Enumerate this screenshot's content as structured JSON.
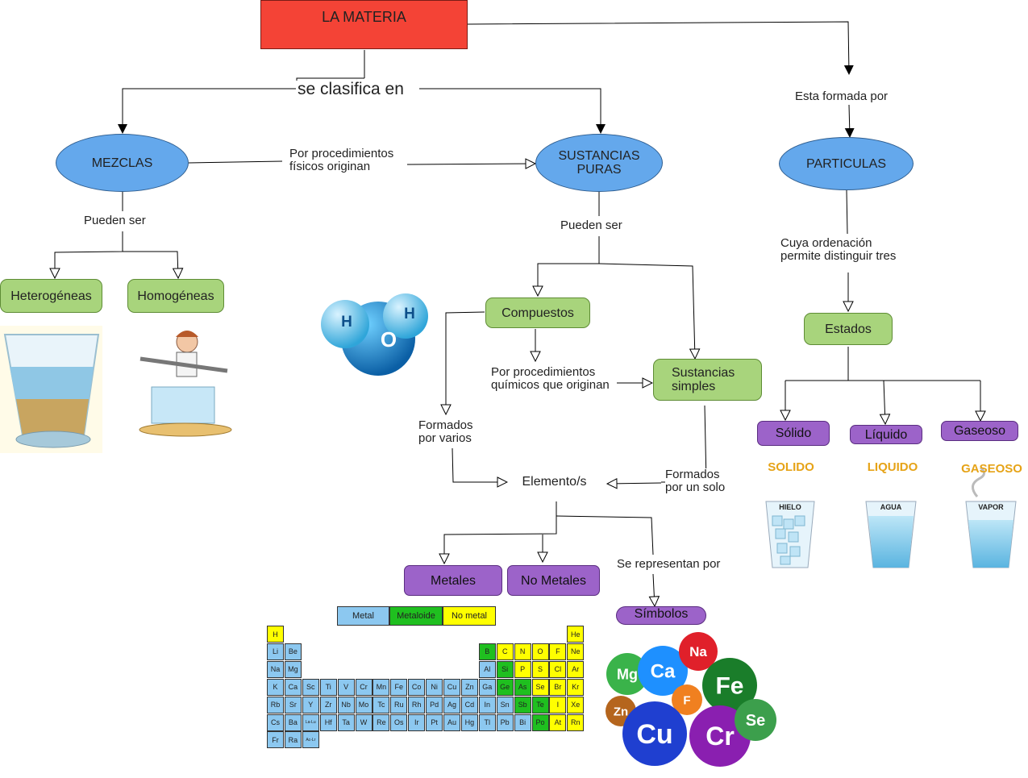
{
  "title": "LA MATERIA",
  "colors": {
    "title_bg": "#f44336",
    "ellipse": "#64a8ec",
    "green": "#a8d47c",
    "purple": "#9c63c9",
    "metal": "#8cc8f0",
    "metalloid": "#1fbf1f",
    "nonmetal": "#ffff00"
  },
  "labels": {
    "clasifica": "se clasifica en",
    "formada": "Esta formada por",
    "proc_fisicos": "Por procedimientos\nfísicos originan",
    "pueden_ser_1": "Pueden ser",
    "pueden_ser_2": "Pueden ser",
    "ordenacion": "Cuya ordenación\npermite distinguir tres",
    "proc_quimicos": "Por procedimientos\nquímicos que originan",
    "formados_varios": "Formados\npor varios",
    "formados_solo": "Formados\npor un solo",
    "se_representan": "Se representan por"
  },
  "nodes": {
    "mezclas": "MEZCLAS",
    "sustancias_puras": "SUSTANCIAS\nPURAS",
    "particulas": "PARTICULAS",
    "heterogeneas": "Heterogéneas",
    "homogeneas": "Homogéneas",
    "compuestos": "Compuestos",
    "sustancias_simples": "Sustancias\nsimples",
    "estados": "Estados",
    "elementos": "Elemento/s",
    "solido": "Sólido",
    "liquido": "Líquido",
    "gaseoso": "Gaseoso",
    "metales": "Metales",
    "no_metales": "No Metales",
    "simbolos": "Símbolos"
  },
  "molecule": {
    "h1": "H",
    "h2": "H",
    "o": "O"
  },
  "states_images": {
    "solido": {
      "title": "SOLIDO",
      "cup": "HIELO"
    },
    "liquido": {
      "title": "LIQUIDO",
      "cup": "AGUA"
    },
    "gaseoso": {
      "title": "GASEOSO",
      "cup": "VAPOR"
    }
  },
  "periodic_legend": [
    "Metal",
    "Metaloide",
    "No metal"
  ],
  "periodic_rows": [
    [
      [
        "H",
        "n"
      ],
      [
        "He",
        "n",
        17
      ]
    ],
    [
      [
        "Li",
        "m"
      ],
      [
        "Be",
        "m"
      ],
      [
        "B",
        "g",
        12
      ],
      [
        "C",
        "n"
      ],
      [
        "N",
        "n"
      ],
      [
        "O",
        "n"
      ],
      [
        "F",
        "n"
      ],
      [
        "Ne",
        "n"
      ]
    ],
    [
      [
        "Na",
        "m"
      ],
      [
        "Mg",
        "m"
      ],
      [
        "Al",
        "m",
        12
      ],
      [
        "Si",
        "g"
      ],
      [
        "P",
        "n"
      ],
      [
        "S",
        "n"
      ],
      [
        "Cl",
        "n"
      ],
      [
        "Ar",
        "n"
      ]
    ],
    [
      [
        "K",
        "m"
      ],
      [
        "Ca",
        "m"
      ],
      [
        "Sc",
        "m"
      ],
      [
        "Ti",
        "m"
      ],
      [
        "V",
        "m"
      ],
      [
        "Cr",
        "m"
      ],
      [
        "Mn",
        "m"
      ],
      [
        "Fe",
        "m"
      ],
      [
        "Co",
        "m"
      ],
      [
        "Ni",
        "m"
      ],
      [
        "Cu",
        "m"
      ],
      [
        "Zn",
        "m"
      ],
      [
        "Ga",
        "m"
      ],
      [
        "Ge",
        "g"
      ],
      [
        "As",
        "g"
      ],
      [
        "Se",
        "n"
      ],
      [
        "Br",
        "n"
      ],
      [
        "Kr",
        "n"
      ]
    ],
    [
      [
        "Rb",
        "m"
      ],
      [
        "Sr",
        "m"
      ],
      [
        "Y",
        "m"
      ],
      [
        "Zr",
        "m"
      ],
      [
        "Nb",
        "m"
      ],
      [
        "Mo",
        "m"
      ],
      [
        "Tc",
        "m"
      ],
      [
        "Ru",
        "m"
      ],
      [
        "Rh",
        "m"
      ],
      [
        "Pd",
        "m"
      ],
      [
        "Ag",
        "m"
      ],
      [
        "Cd",
        "m"
      ],
      [
        "In",
        "m"
      ],
      [
        "Sn",
        "m"
      ],
      [
        "Sb",
        "g"
      ],
      [
        "Te",
        "g"
      ],
      [
        "I",
        "n"
      ],
      [
        "Xe",
        "n"
      ]
    ],
    [
      [
        "Cs",
        "m"
      ],
      [
        "Ba",
        "m"
      ],
      [
        "La-Lu",
        "m"
      ],
      [
        "Hf",
        "m"
      ],
      [
        "Ta",
        "m"
      ],
      [
        "W",
        "m"
      ],
      [
        "Re",
        "m"
      ],
      [
        "Os",
        "m"
      ],
      [
        "Ir",
        "m"
      ],
      [
        "Pt",
        "m"
      ],
      [
        "Au",
        "m"
      ],
      [
        "Hg",
        "m"
      ],
      [
        "Tl",
        "m"
      ],
      [
        "Pb",
        "m"
      ],
      [
        "Bi",
        "m"
      ],
      [
        "Po",
        "g"
      ],
      [
        "At",
        "n"
      ],
      [
        "Rn",
        "n"
      ]
    ],
    [
      [
        "Fr",
        "m"
      ],
      [
        "Ra",
        "m"
      ],
      [
        "Ac-Lr",
        "m"
      ]
    ]
  ],
  "symbol_balls": [
    "Mg",
    "Ca",
    "Na",
    "Fe",
    "Zn",
    "F",
    "Cu",
    "Cr",
    "Se"
  ]
}
